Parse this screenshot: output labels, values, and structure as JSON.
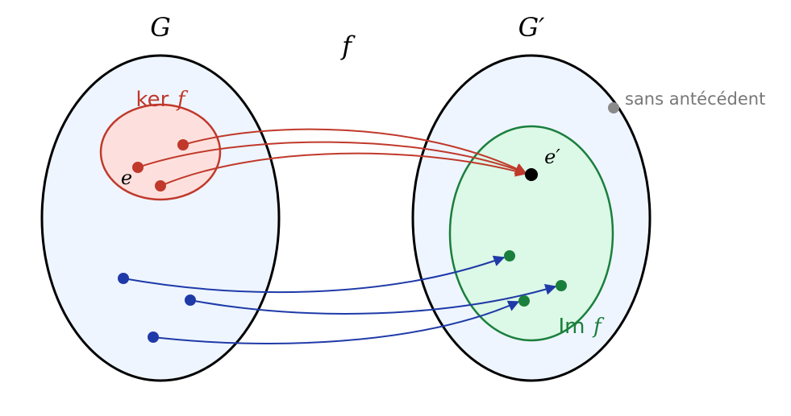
{
  "labels": {
    "domain_set": "G",
    "codomain_set": "G′",
    "map": "f",
    "kernel_word": "ker",
    "kernel_fn": "f",
    "image_word": "Im",
    "image_fn": "f",
    "neutral": "e",
    "neutral_prime": "e′",
    "no_preimage": "sans antécédent"
  },
  "colors": {
    "set_fill": "#eef5ff",
    "set_stroke": "#000000",
    "kernel": "#c0392b",
    "kernel_fill": "#fde0dd",
    "image": "#1a7f3c",
    "image_fill": "#dcf8e6",
    "arrow_blue": "#1f3aa8",
    "grey_point": "#8a8a8a"
  }
}
